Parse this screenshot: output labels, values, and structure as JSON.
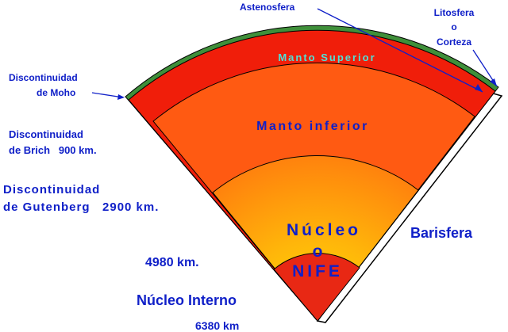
{
  "colors": {
    "label_blue": "#1020c8",
    "crust_green": "#3f8f3a",
    "upper_mantle": "#f01e0a",
    "lower_mantle": "#ff5a12",
    "outer_core": "#ff9a0c",
    "inner_core": "#e82814",
    "cyan_label": "#4fe0d8"
  },
  "labels": {
    "astenosfera": "Astenosfera",
    "litosfera": "Litosfera",
    "litosfera_o": "o",
    "corteza": "Corteza",
    "manto_superior": "Manto Superior",
    "moho_1": "Discontinuidad",
    "moho_2": "de Moho",
    "brich_1": "Discontinuidad",
    "brich_2": "de Brich   900 km.",
    "gutenberg_1": "Discontinuidad",
    "gutenberg_2": "de Gutenberg   2900 km.",
    "manto_inferior": "Manto inferior",
    "nucleo": "Núcleo",
    "nucleo_o": "o",
    "nife": "NIFE",
    "barisfera": "Barisfera",
    "depth_4980": "4980 km.",
    "nucleo_interno": "Núcleo Interno",
    "depth_6380": "6380 km"
  }
}
